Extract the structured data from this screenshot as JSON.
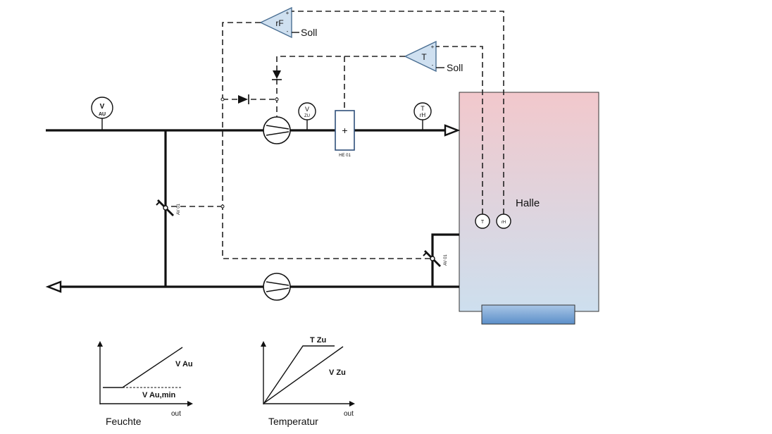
{
  "controllers": {
    "humidity": {
      "label": "rF",
      "plus": "+",
      "minus": "-",
      "setpoint": "Soll"
    },
    "temperature": {
      "label": "T",
      "plus": "+",
      "minus": "-",
      "setpoint": "Soll"
    }
  },
  "sensors": {
    "outside_air_flow": {
      "top": "V",
      "bottom": "AU"
    },
    "supply_air_flow": {
      "top": "V",
      "bottom": "ZU"
    },
    "supply_temp_humidity": {
      "top": "T",
      "bottom": "rH"
    },
    "hall_temp": {
      "label": "T"
    },
    "hall_humidity": {
      "label": "rH"
    }
  },
  "components": {
    "heat_exchanger": {
      "symbol": "+",
      "tag": "HE 01"
    },
    "mixing_damper": {
      "tag": "AV 01"
    },
    "exhaust_damper": {
      "tag": "AV 01"
    }
  },
  "room": {
    "label": "Halle",
    "color_top": "#f2c8cc",
    "color_bottom": "#cddfee",
    "heater_color_top": "#a9c6e6",
    "heater_color_bottom": "#5b8fc9"
  },
  "charts": [
    {
      "caption": "Feuchte",
      "x_label": "out",
      "curves": [
        "V Au",
        "V Au,min"
      ]
    },
    {
      "caption": "Temperatur",
      "x_label": "out",
      "curves": [
        "T Zu",
        "V Zu"
      ]
    }
  ],
  "colors": {
    "controller_fill": "#cfe0f0",
    "controller_stroke": "#4a6e92",
    "exchanger_stroke": "#2f4f7a"
  }
}
